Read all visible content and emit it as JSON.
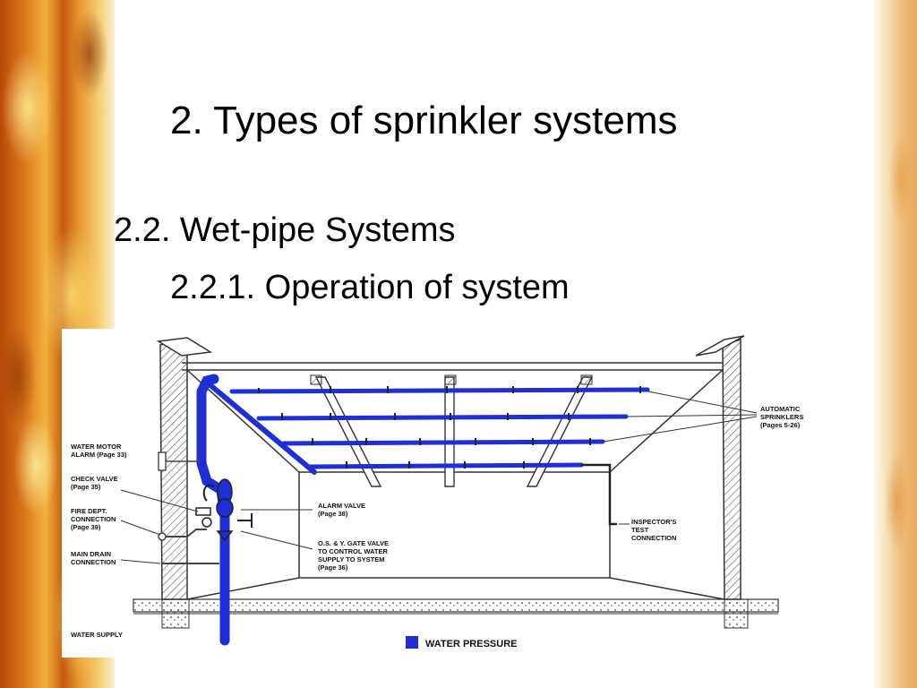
{
  "slide": {
    "title": "2. Types of sprinkler systems",
    "subtitle_1": "2.2. Wet-pipe Systems",
    "subtitle_2": "2.2.1. Operation of system"
  },
  "diagram": {
    "labels": {
      "water_motor_alarm": [
        "WATER MOTOR",
        "ALARM (Page 33)"
      ],
      "check_valve": [
        "CHECK VALVE",
        "(Page 35)"
      ],
      "fire_dept_connection": [
        "FIRE DEPT.",
        "CONNECTION",
        "(Page 39)"
      ],
      "main_drain_connection": [
        "MAIN DRAIN",
        "CONNECTION"
      ],
      "water_supply": "WATER SUPPLY",
      "alarm_valve": [
        "ALARM VALVE",
        "(Page 38)"
      ],
      "os_y_gate_valve": [
        "O.S. & Y. GATE VALVE",
        "TO CONTROL WATER",
        "SUPPLY TO SYSTEM",
        "(Page 36)"
      ],
      "automatic_sprinklers": [
        "AUTOMATIC",
        "SPRINKLERS",
        "(Pages 5-26)"
      ],
      "inspectors_test_connection": [
        "INSPECTOR'S",
        "TEST",
        "CONNECTION"
      ],
      "legend": "WATER PRESSURE"
    },
    "colors": {
      "water_pipe": "#1f2fd6",
      "line": "#333333"
    }
  }
}
